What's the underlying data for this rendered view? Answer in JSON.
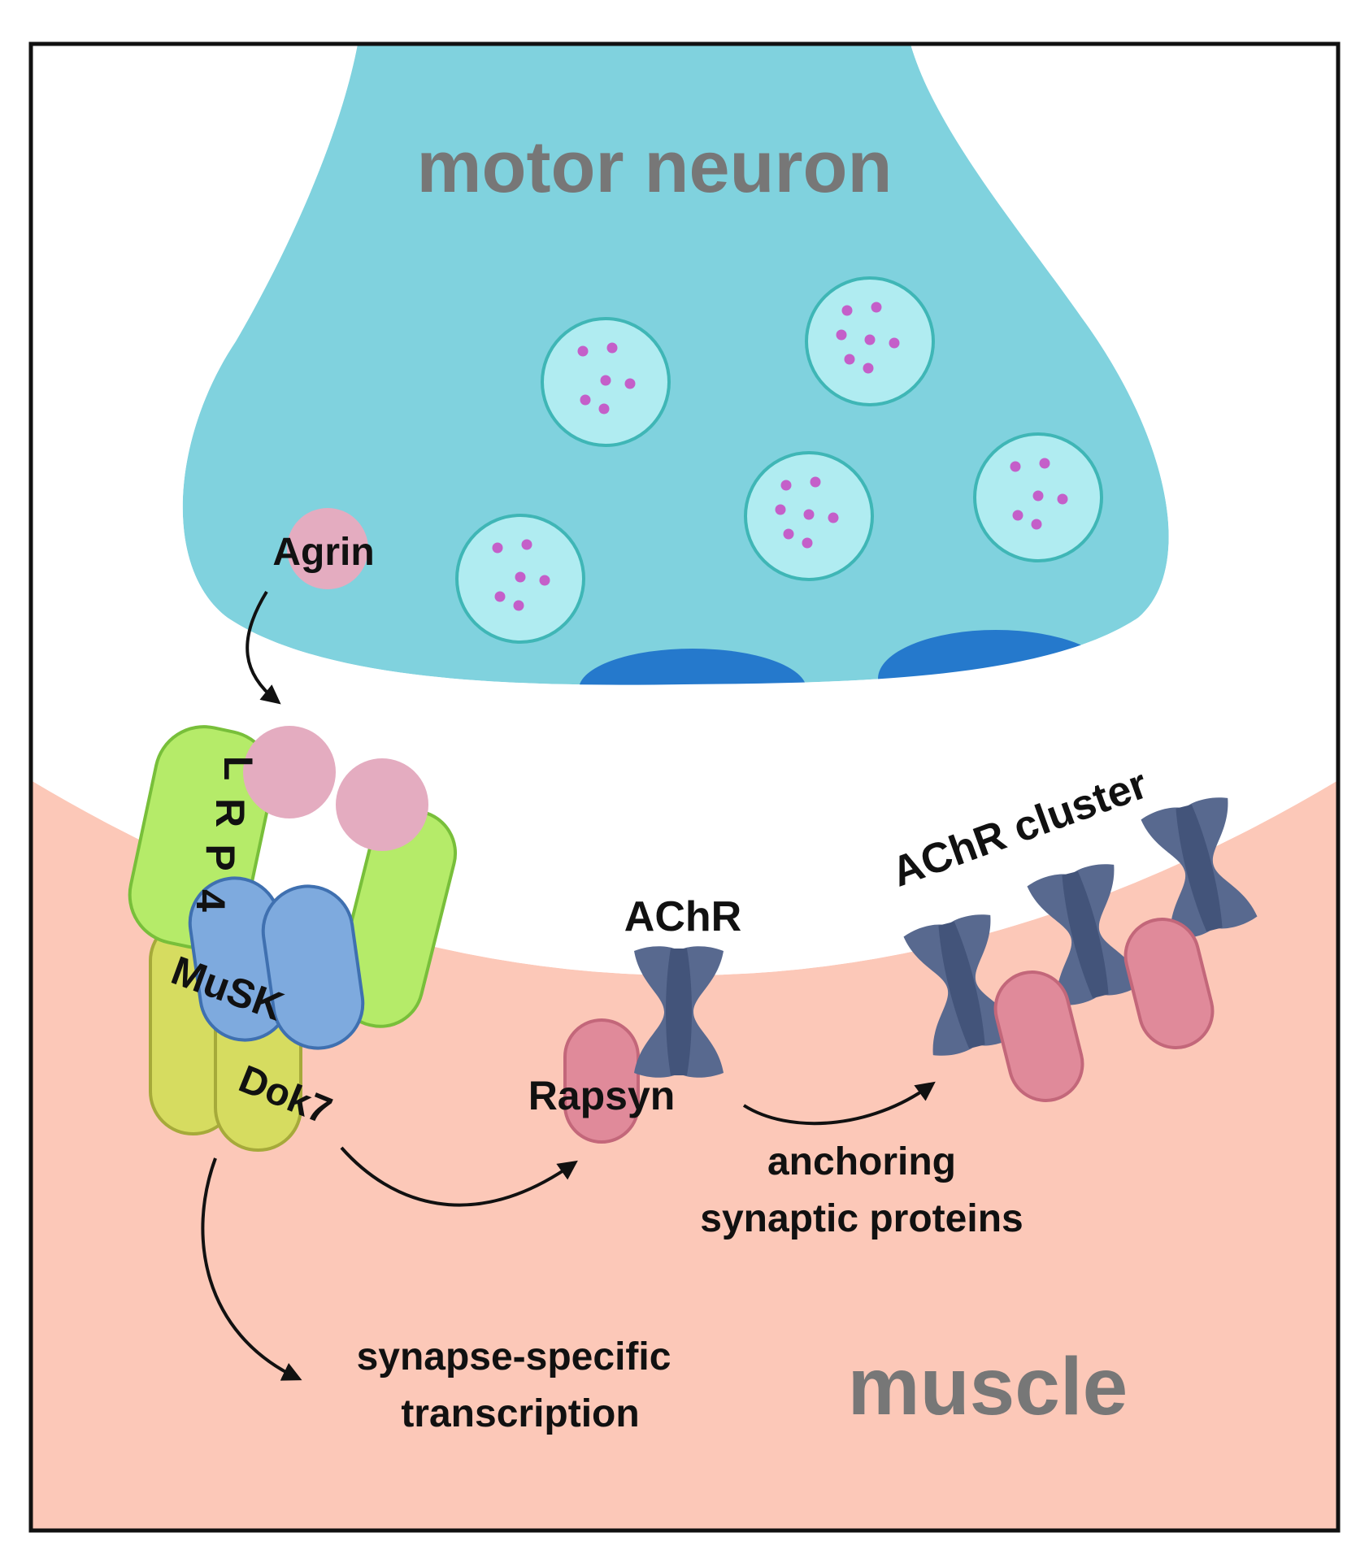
{
  "labels": {
    "motor_neuron": "motor neuron",
    "muscle": "muscle",
    "agrin": "Agrin",
    "lrp4": "LRP4",
    "lrp4_letters": [
      "L",
      "R",
      "P",
      "4"
    ],
    "musk": "MuSK",
    "dok7": "Dok7",
    "achr": "AChR",
    "rapsyn": "Rapsyn",
    "achr_cluster": "AChR cluster",
    "anchoring_line1": "anchoring",
    "anchoring_line2": "synaptic proteins",
    "transcription_line1": "synapse-specific",
    "transcription_line2": "transcription"
  },
  "colors": {
    "neuron_fill": "#80d2de",
    "vesicle_fill": "#b0ecf1",
    "vesicle_stroke": "#3fb6b6",
    "vesicle_dot": "#c45fc9",
    "active_zone": "#2579cc",
    "muscle_fill": "#fcc8b8",
    "agrin_fill": "#e4acc0",
    "lrp4_fill": "#b5eb69",
    "lrp4_stroke": "#78bf3a",
    "musk_fill": "#7eaade",
    "musk_stroke": "#3f70b0",
    "dok7_fill": "#d6dc60",
    "dok7_stroke": "#a6aa3a",
    "achr_fill": "#58698f",
    "achr_dark": "#43547a",
    "rapsyn_fill": "#e08a9a",
    "rapsyn_stroke": "#c3677a",
    "big_label": "#777777",
    "text": "#111111",
    "frame": "#111111"
  }
}
